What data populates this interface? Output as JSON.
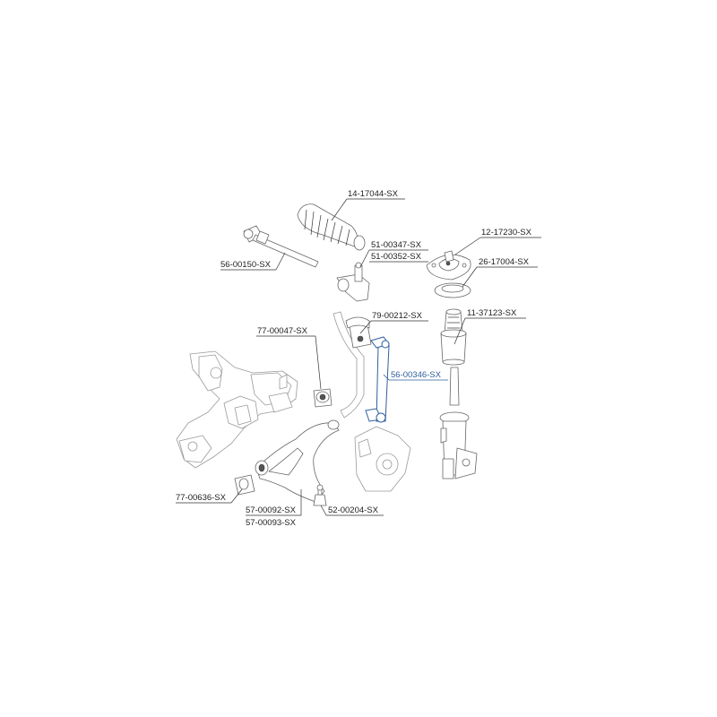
{
  "labels": [
    {
      "id": "l1",
      "text": "14-17044-SX"
    },
    {
      "id": "l2",
      "text": "12-17230-SX"
    },
    {
      "id": "l3",
      "text": "51-00347-SX"
    },
    {
      "id": "l4",
      "text": "51-00352-SX"
    },
    {
      "id": "l5",
      "text": "26-17004-SX"
    },
    {
      "id": "l6",
      "text": "56-00150-SX"
    },
    {
      "id": "l7",
      "text": "79-00212-SX"
    },
    {
      "id": "l8",
      "text": "11-37123-SX"
    },
    {
      "id": "l9",
      "text": "77-00047-SX"
    },
    {
      "id": "l10",
      "text": "56-00346-SX"
    },
    {
      "id": "l11",
      "text": "77-00636-SX"
    },
    {
      "id": "l12",
      "text": "57-00092-SX"
    },
    {
      "id": "l13",
      "text": "52-00204-SX"
    },
    {
      "id": "l14",
      "text": "57-00093-SX"
    }
  ],
  "highlight_color": "#2f5f9e",
  "highlighted_part": "56-00346-SX"
}
